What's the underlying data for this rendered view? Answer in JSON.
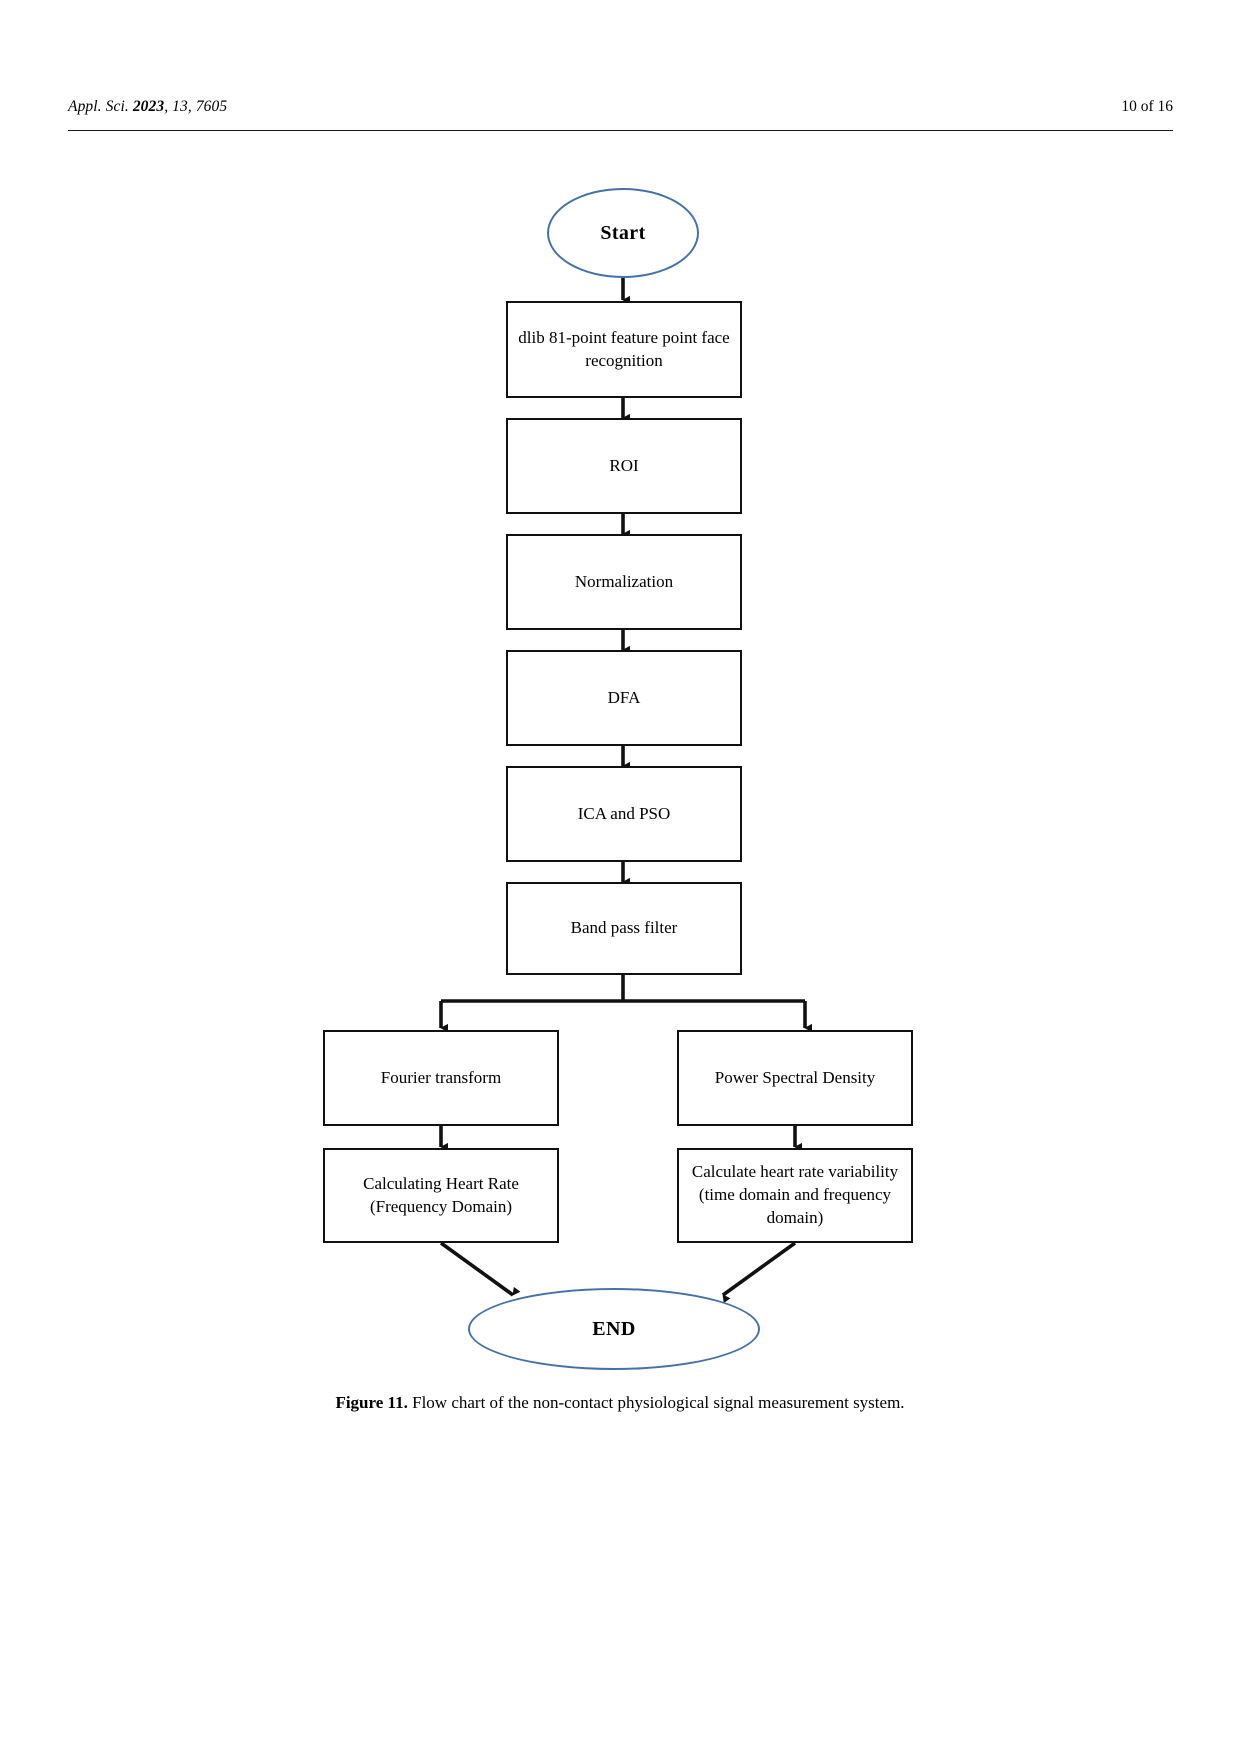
{
  "header": {
    "journal": "Appl. Sci. ",
    "year": "2023",
    "volume_article": ", 13, 7605",
    "page_indicator": "10 of 16"
  },
  "figure": {
    "caption_label": "Figure 11.",
    "caption_text": " Flow chart of the non-contact physiological signal measurement system."
  },
  "chart_data": {
    "type": "diagram",
    "title": "Flow chart of the non-contact physiological signal measurement system",
    "accent_color": "#4472a8",
    "line_color": "#111111",
    "nodes": [
      {
        "id": "start",
        "label": "Start",
        "shape": "ellipse"
      },
      {
        "id": "dlib",
        "label": "dlib 81-point feature point face\nrecognition",
        "shape": "rect"
      },
      {
        "id": "roi",
        "label": "ROI",
        "shape": "rect"
      },
      {
        "id": "norm",
        "label": "Normalization",
        "shape": "rect"
      },
      {
        "id": "dfa",
        "label": "DFA",
        "shape": "rect"
      },
      {
        "id": "icapso",
        "label": "ICA and PSO",
        "shape": "rect"
      },
      {
        "id": "bpf",
        "label": "Band pass filter",
        "shape": "rect"
      },
      {
        "id": "fft",
        "label": "Fourier transform",
        "shape": "rect"
      },
      {
        "id": "psd",
        "label": "Power Spectral Density",
        "shape": "rect"
      },
      {
        "id": "hr",
        "label": "Calculating Heart Rate\n(Frequency Domain)",
        "shape": "rect"
      },
      {
        "id": "hrv",
        "label": "Calculate heart rate variability\n(time domain and frequency\ndomain)",
        "shape": "rect"
      },
      {
        "id": "end",
        "label": "END",
        "shape": "ellipse"
      }
    ],
    "edges": [
      {
        "from": "start",
        "to": "dlib"
      },
      {
        "from": "dlib",
        "to": "roi"
      },
      {
        "from": "roi",
        "to": "norm"
      },
      {
        "from": "norm",
        "to": "dfa"
      },
      {
        "from": "dfa",
        "to": "icapso"
      },
      {
        "from": "icapso",
        "to": "bpf"
      },
      {
        "from": "bpf",
        "to": "fft"
      },
      {
        "from": "bpf",
        "to": "psd"
      },
      {
        "from": "fft",
        "to": "hr"
      },
      {
        "from": "psd",
        "to": "hrv"
      },
      {
        "from": "hr",
        "to": "end"
      },
      {
        "from": "hrv",
        "to": "end"
      }
    ]
  }
}
